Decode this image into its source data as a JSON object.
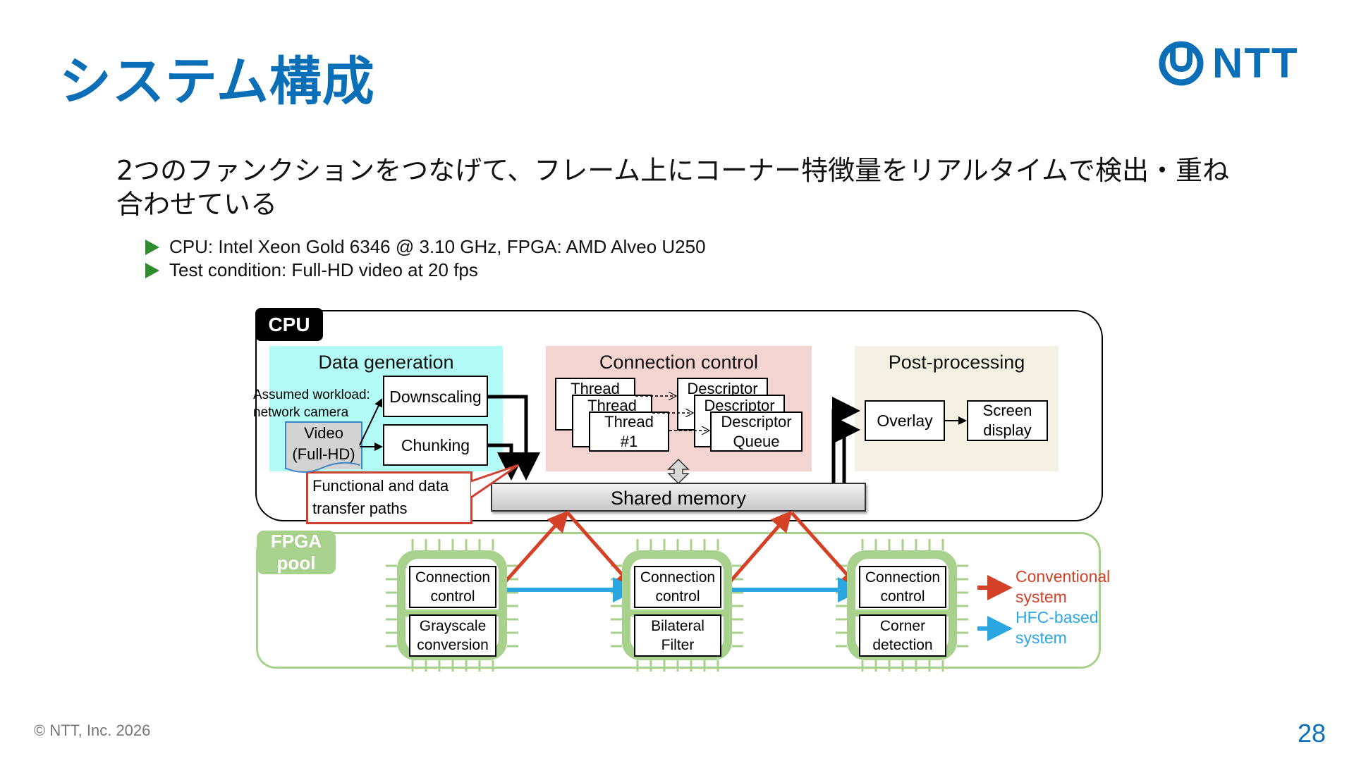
{
  "slide": {
    "title": "システム構成",
    "logo_text": "NTT",
    "subtitle": "2つのファンクションをつなげて、フレーム上にコーナー特徴量をリアルタイムで検出・重ね合わせている",
    "bullets": [
      "CPU: Intel Xeon Gold 6346 @ 3.10 GHz, FPGA: AMD Alveo U250",
      "Test condition: Full-HD video at 20 fps"
    ],
    "footer": "© NTT, Inc.  2026",
    "page_number": "28"
  },
  "diagram": {
    "cpu_label": "CPU",
    "data_generation": {
      "title": "Data generation",
      "workload_note_line1": "Assumed workload:",
      "workload_note_line2": "network camera",
      "video_line1": "Video",
      "video_line2": "(Full-HD)",
      "downscaling": "Downscaling",
      "chunking": "Chunking"
    },
    "connection_control": {
      "title": "Connection control",
      "thread_back": "Thread",
      "thread_mid": "Thread",
      "thread_front_line1": "Thread",
      "thread_front_line2": "#1",
      "desc_back": "Descriptor",
      "desc_mid": "Descriptor",
      "desc_front_line1": "Descriptor",
      "desc_front_line2": "Queue"
    },
    "post_processing": {
      "title": "Post-processing",
      "overlay": "Overlay",
      "screen_line1": "Screen",
      "screen_line2": "display"
    },
    "callout_line1": "Functional and data",
    "callout_line2": "transfer paths",
    "shared_memory": "Shared memory",
    "fpga_label_line1": "FPGA",
    "fpga_label_line2": "pool",
    "fpga_chips": [
      {
        "top_line1": "Connection",
        "top_line2": "control",
        "bottom_line1": "Grayscale",
        "bottom_line2": "conversion"
      },
      {
        "top_line1": "Connection",
        "top_line2": "control",
        "bottom_line1": "Bilateral",
        "bottom_line2": "Filter"
      },
      {
        "top_line1": "Connection",
        "top_line2": "control",
        "bottom_line1": "Corner",
        "bottom_line2": "detection"
      }
    ],
    "legend": [
      {
        "line1": "Conventional",
        "line2": "system",
        "color": "#d44127"
      },
      {
        "line1": "HFC-based",
        "line2": "system",
        "color": "#2aa7e0"
      }
    ]
  },
  "colors": {
    "brand_blue": "#0b6fb8",
    "conventional_red": "#d44127",
    "hfc_blue": "#2aa7e0",
    "fpga_green": "#a9d18e"
  }
}
